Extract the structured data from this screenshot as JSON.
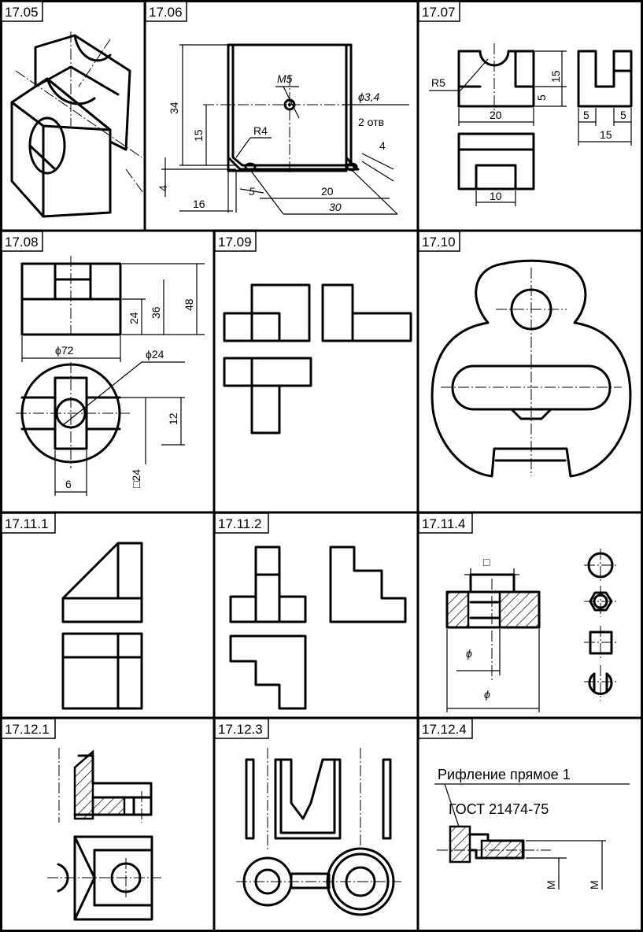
{
  "panels": [
    {
      "id": "17.05",
      "label": "17.05"
    },
    {
      "id": "17.06",
      "label": "17.06"
    },
    {
      "id": "17.07",
      "label": "17.07"
    },
    {
      "id": "17.08",
      "label": "17.08"
    },
    {
      "id": "17.09",
      "label": "17.09"
    },
    {
      "id": "17.10",
      "label": "17.10"
    },
    {
      "id": "17.11.1",
      "label": "17.11.1"
    },
    {
      "id": "17.11.2",
      "label": "17.11.2"
    },
    {
      "id": "17.11.4",
      "label": "17.11.4"
    },
    {
      "id": "17.12.1",
      "label": "17.12.1"
    },
    {
      "id": "17.12.3",
      "label": "17.12.3"
    },
    {
      "id": "17.12.4",
      "label": "17.12.4"
    }
  ],
  "dims": {
    "p1706": {
      "d34": "34",
      "d15": "15",
      "d4v": "4",
      "d16": "16",
      "m5": "M5",
      "r4": "R4",
      "hole": "ϕ3,4",
      "holes": "2 отв",
      "d4r": "4",
      "d5": "5",
      "d20": "20",
      "d30": "30"
    },
    "p1707": {
      "r5": "R5",
      "d20": "20",
      "d5v": "5",
      "d15v": "15",
      "d10": "10",
      "d5a": "5",
      "d5b": "5",
      "d15h": "15"
    },
    "p1708": {
      "d24v": "24",
      "d36": "36",
      "d48": "48",
      "d72": "ϕ72",
      "d24c": "ϕ24",
      "d12": "12",
      "d6": "6",
      "sq24": "□24"
    },
    "p11114": {
      "sq": "□",
      "phi1": "ϕ",
      "phi2": "ϕ"
    },
    "p1124": {
      "note1": "Рифление прямое 1",
      "note2": "ГОСТ 21474-75",
      "m1": "M",
      "m2": "M"
    }
  }
}
